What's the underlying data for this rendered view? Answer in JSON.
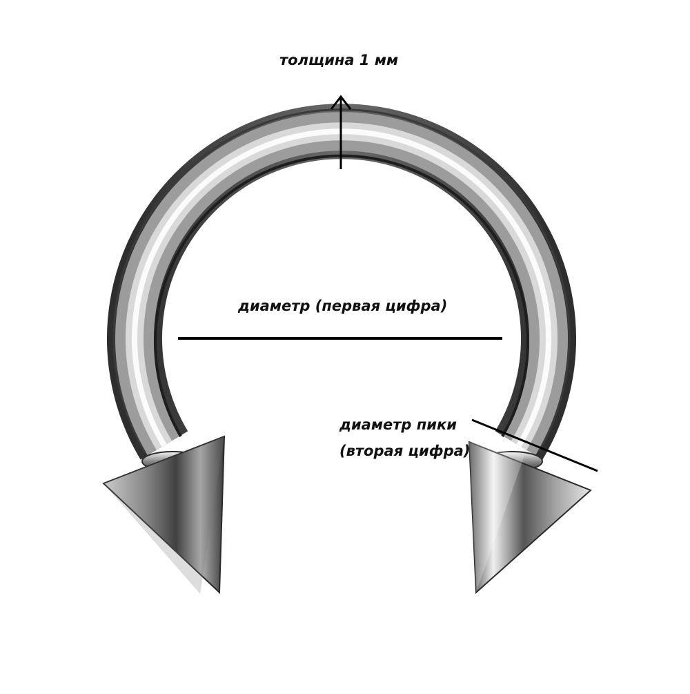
{
  "labels": {
    "thickness": "толщина 1 мм",
    "diameter": "диаметр (первая цифра)",
    "spike_diameter_line1": "диаметр пики",
    "spike_diameter_line2": "(вторая цифра)"
  },
  "colors": {
    "background": "#ffffff",
    "annotation": "#000000",
    "steel_dark": "#3a3a3a",
    "steel_mid": "#9a9a9a",
    "steel_light": "#f2f2f2"
  },
  "icons": {
    "thickness_arrow": "up-arrow",
    "product": "horseshoe-spike-piercing"
  }
}
